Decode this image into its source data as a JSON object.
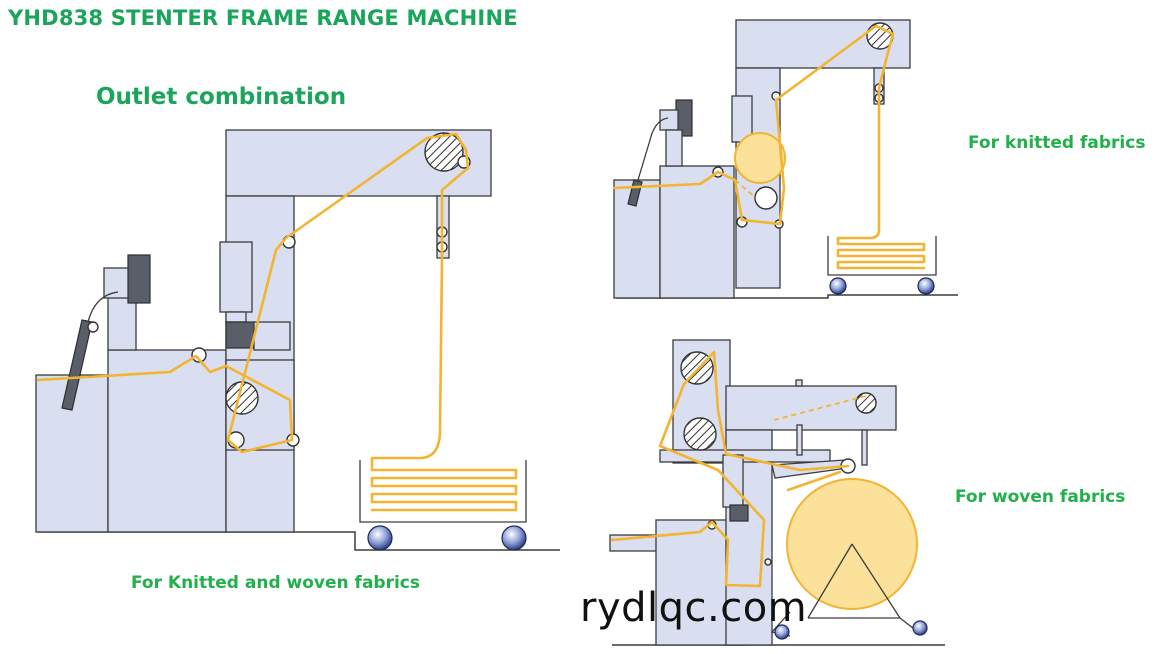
{
  "title": "YHD838 STENTER FRAME RANGE MACHINE",
  "subtitle": "Outlet combination",
  "captions": {
    "main": "For Knitted and woven fabrics",
    "knitted": "For knitted fabrics",
    "woven": "For woven fabrics"
  },
  "watermark": "rydlqc.com",
  "colors": {
    "heading": "#1aa55a",
    "caption": "#22b04a",
    "fabric": "#f2b431",
    "machine": "#d9dff0"
  }
}
